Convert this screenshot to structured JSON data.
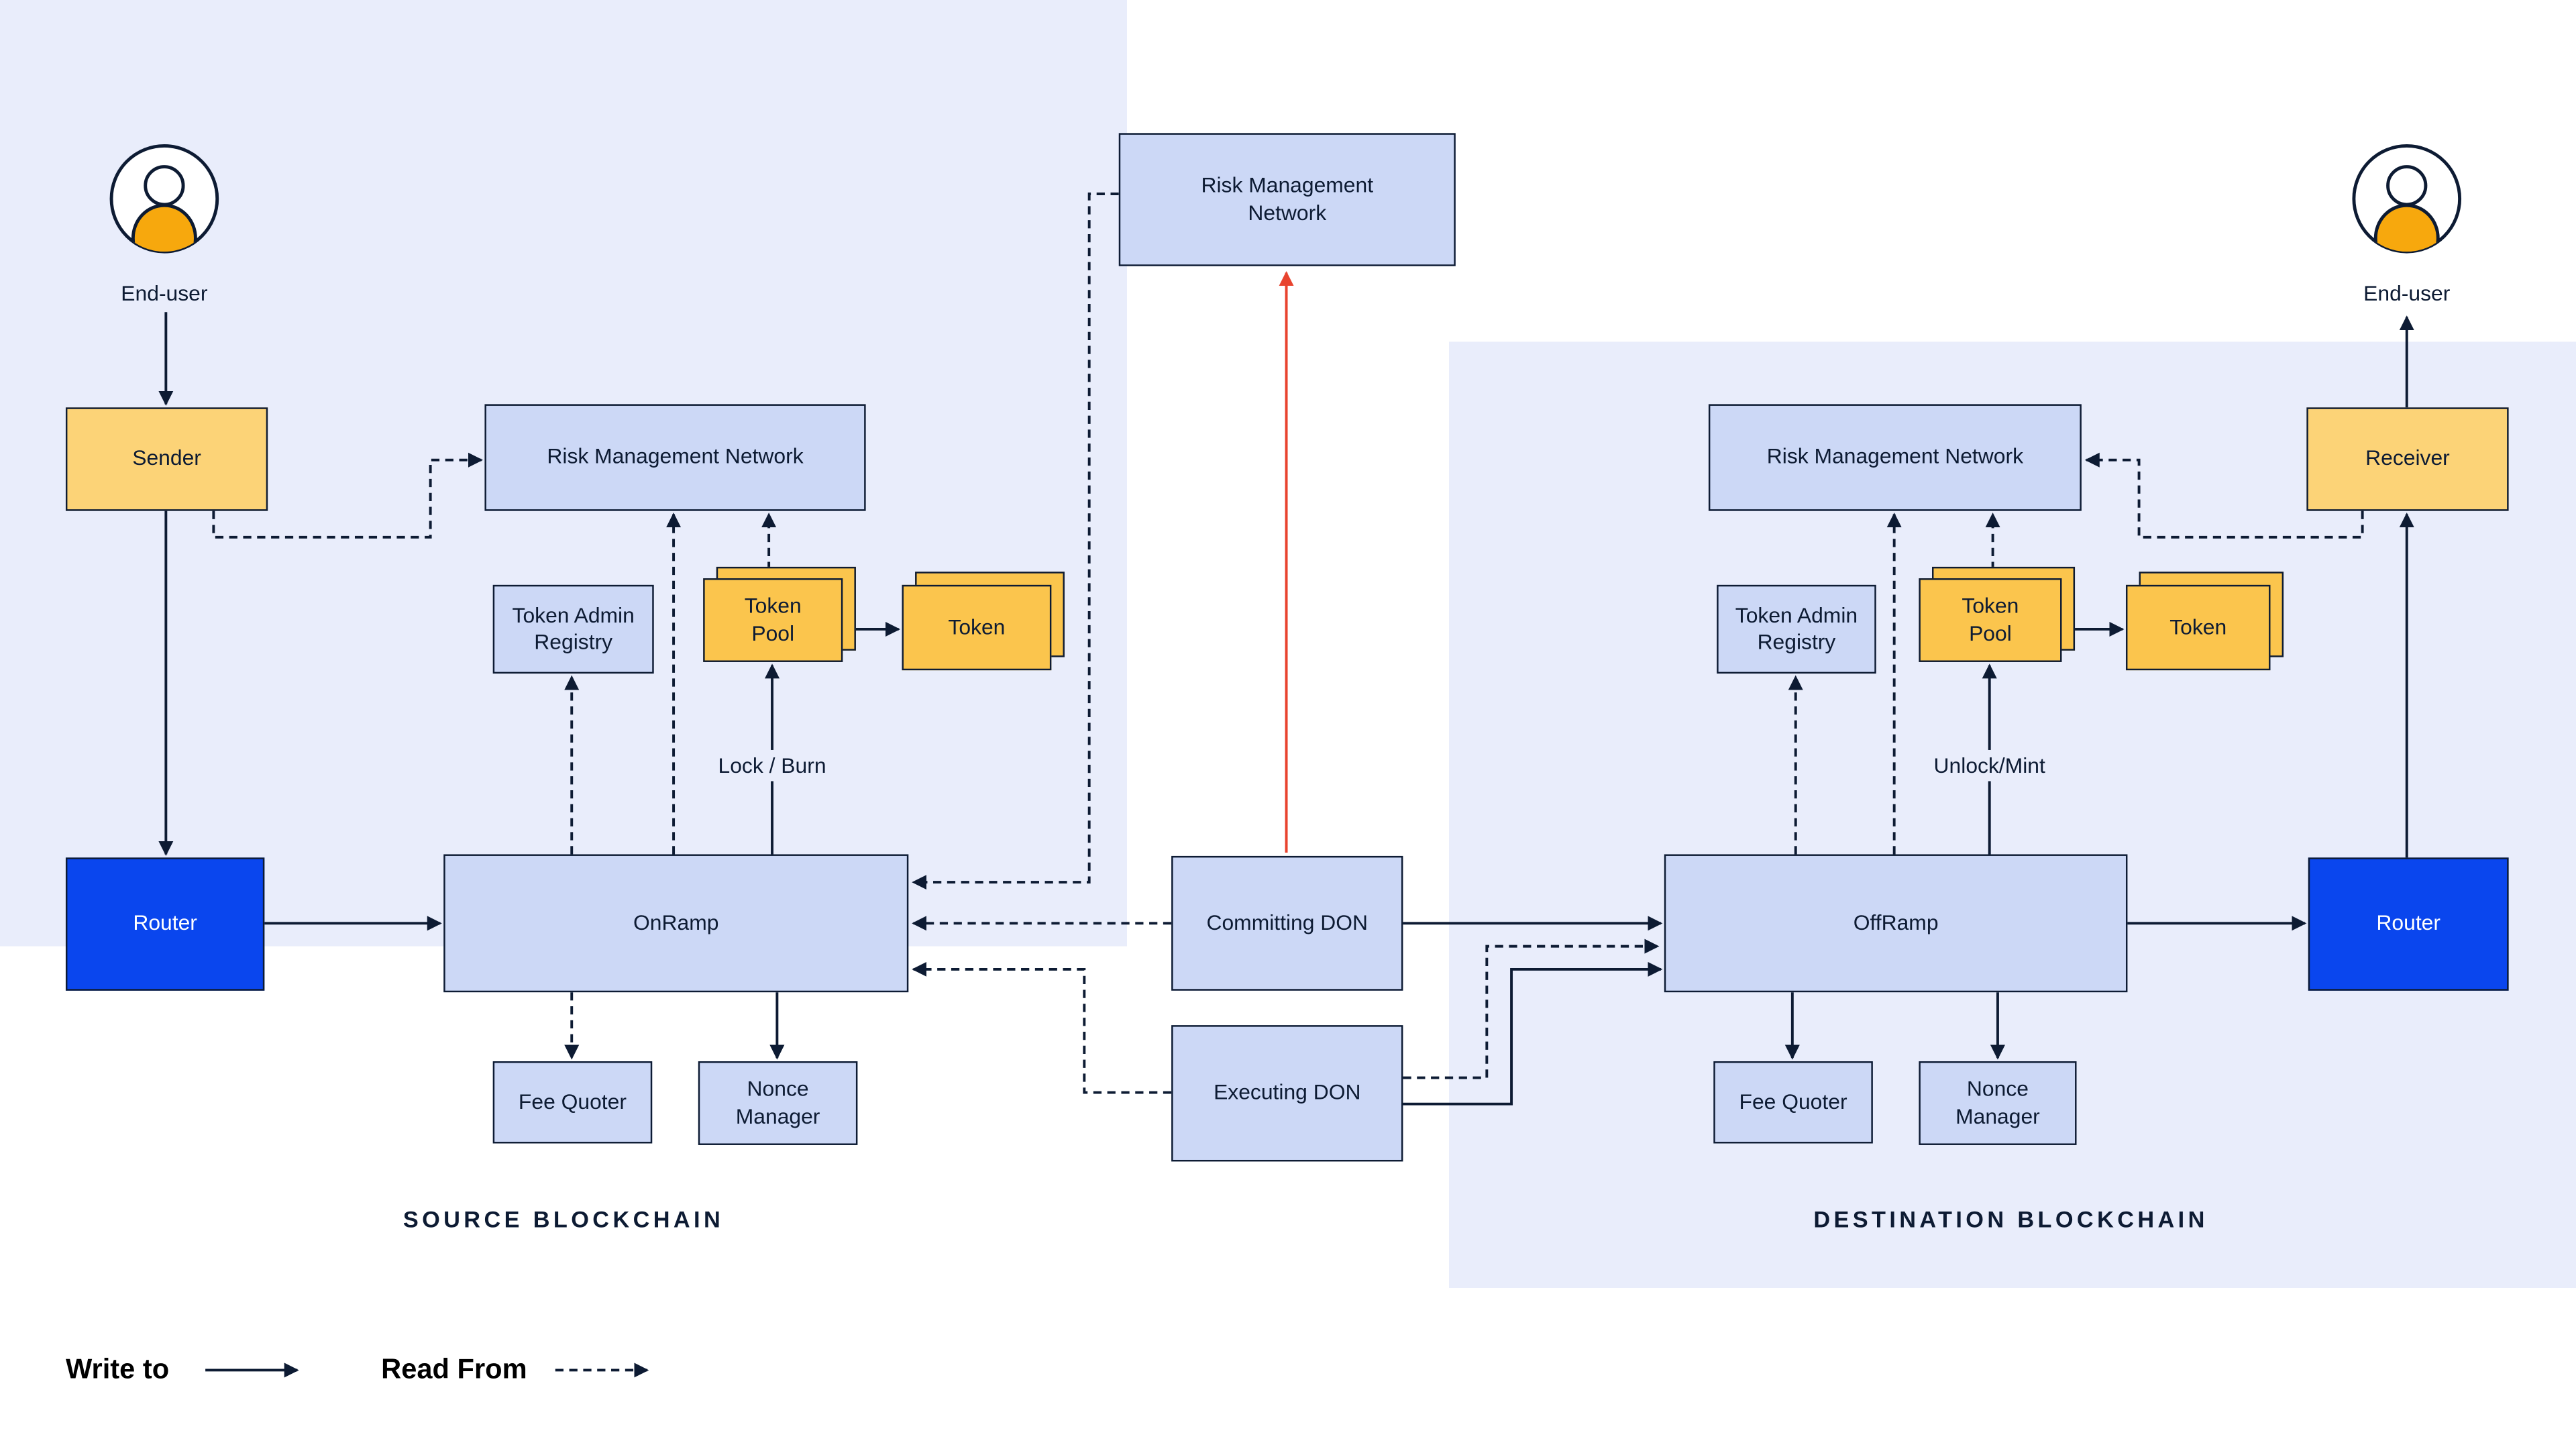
{
  "legend": {
    "write_to": "Write to",
    "read_from": "Read From"
  },
  "colors": {
    "panel_bg": "#e9edfb",
    "node_fill": "#ccd8f6",
    "node_border": "#0d1b33",
    "sender_yellow": "#fcd377",
    "token_yellow": "#fbc54d",
    "router_blue": "#0a46ee",
    "avatar_orange": "#f7a80d",
    "alert_red": "#e8432e",
    "arrow": "#0d1b33"
  },
  "center": {
    "risk_management_network": "Risk Management Network",
    "committing_don": "Committing DON",
    "executing_don": "Executing DON"
  },
  "source": {
    "title": "SOURCE BLOCKCHAIN",
    "end_user": "End-user",
    "sender": "Sender",
    "router": "Router",
    "risk_management_network": "Risk Management Network",
    "token_admin_registry": "Token Admin Registry",
    "token_pool": "Token Pool",
    "token": "Token",
    "lock_burn": "Lock / Burn",
    "onramp": "OnRamp",
    "fee_quoter": "Fee Quoter",
    "nonce_manager": "Nonce Manager"
  },
  "destination": {
    "title": "DESTINATION BLOCKCHAIN",
    "end_user": "End-user",
    "receiver": "Receiver",
    "router": "Router",
    "risk_management_network": "Risk Management Network",
    "token_admin_registry": "Token Admin Registry",
    "token_pool": "Token Pool",
    "token": "Token",
    "unlock_mint": "Unlock/Mint",
    "offramp": "OffRamp",
    "fee_quoter": "Fee Quoter",
    "nonce_manager": "Nonce Manager"
  }
}
